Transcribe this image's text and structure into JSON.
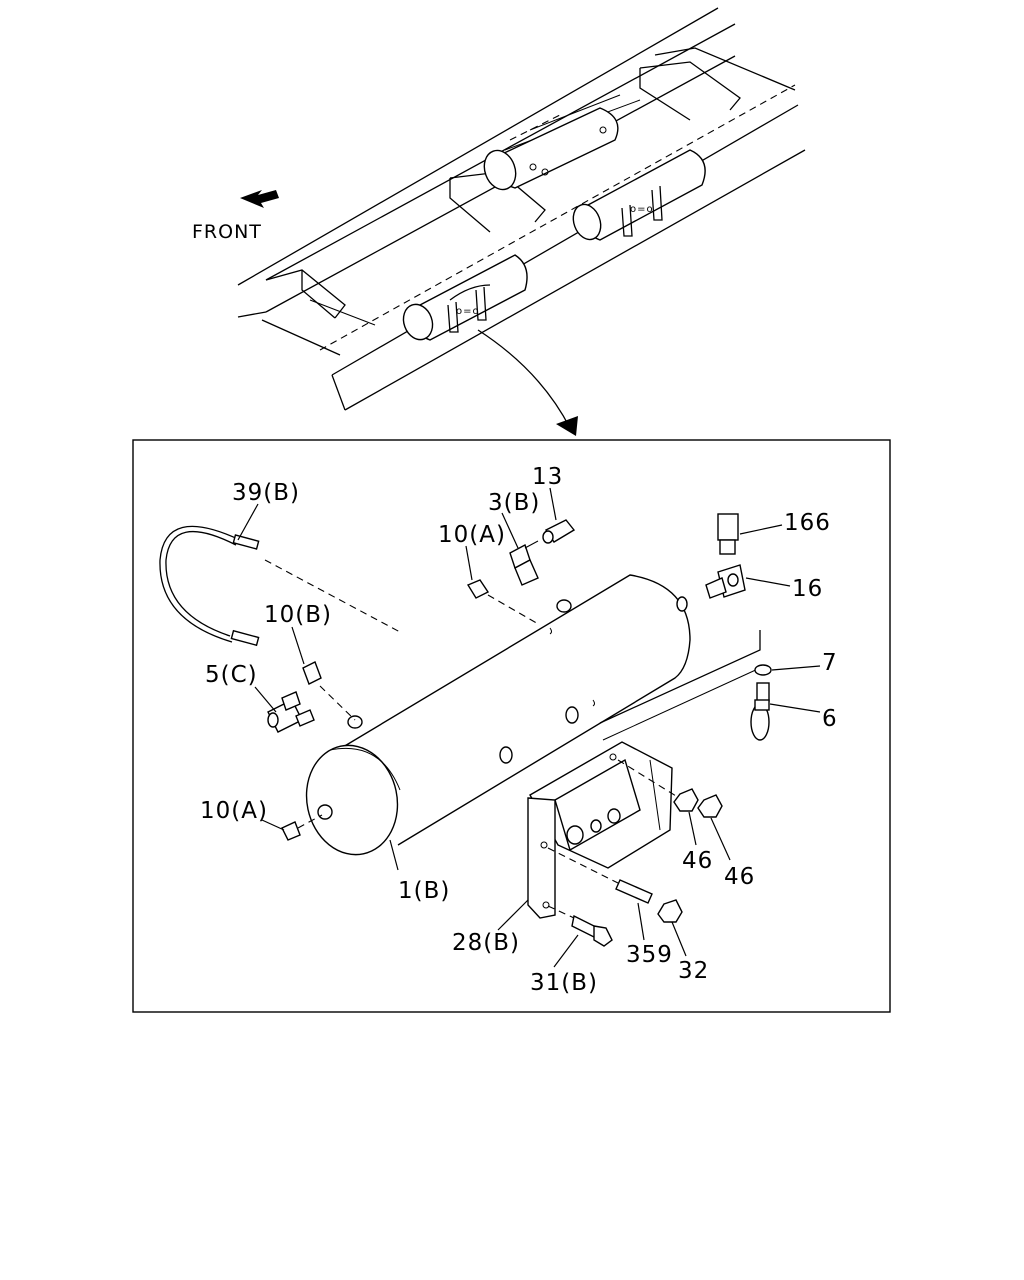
{
  "overview": {
    "direction_label": "FRONT"
  },
  "callouts": {
    "c39b": "39(B)",
    "c13": "13",
    "c3b": "3(B)",
    "c10a_top": "10(A)",
    "c166": "166",
    "c16": "16",
    "c10b": "10(B)",
    "c7": "7",
    "c5c": "5(C)",
    "c6": "6",
    "c10a_end": "10(A)",
    "c46_left": "46",
    "c46_right": "46",
    "c1b": "1(B)",
    "c28b": "28(B)",
    "c359": "359",
    "c32": "32",
    "c31b": "31(B)"
  }
}
